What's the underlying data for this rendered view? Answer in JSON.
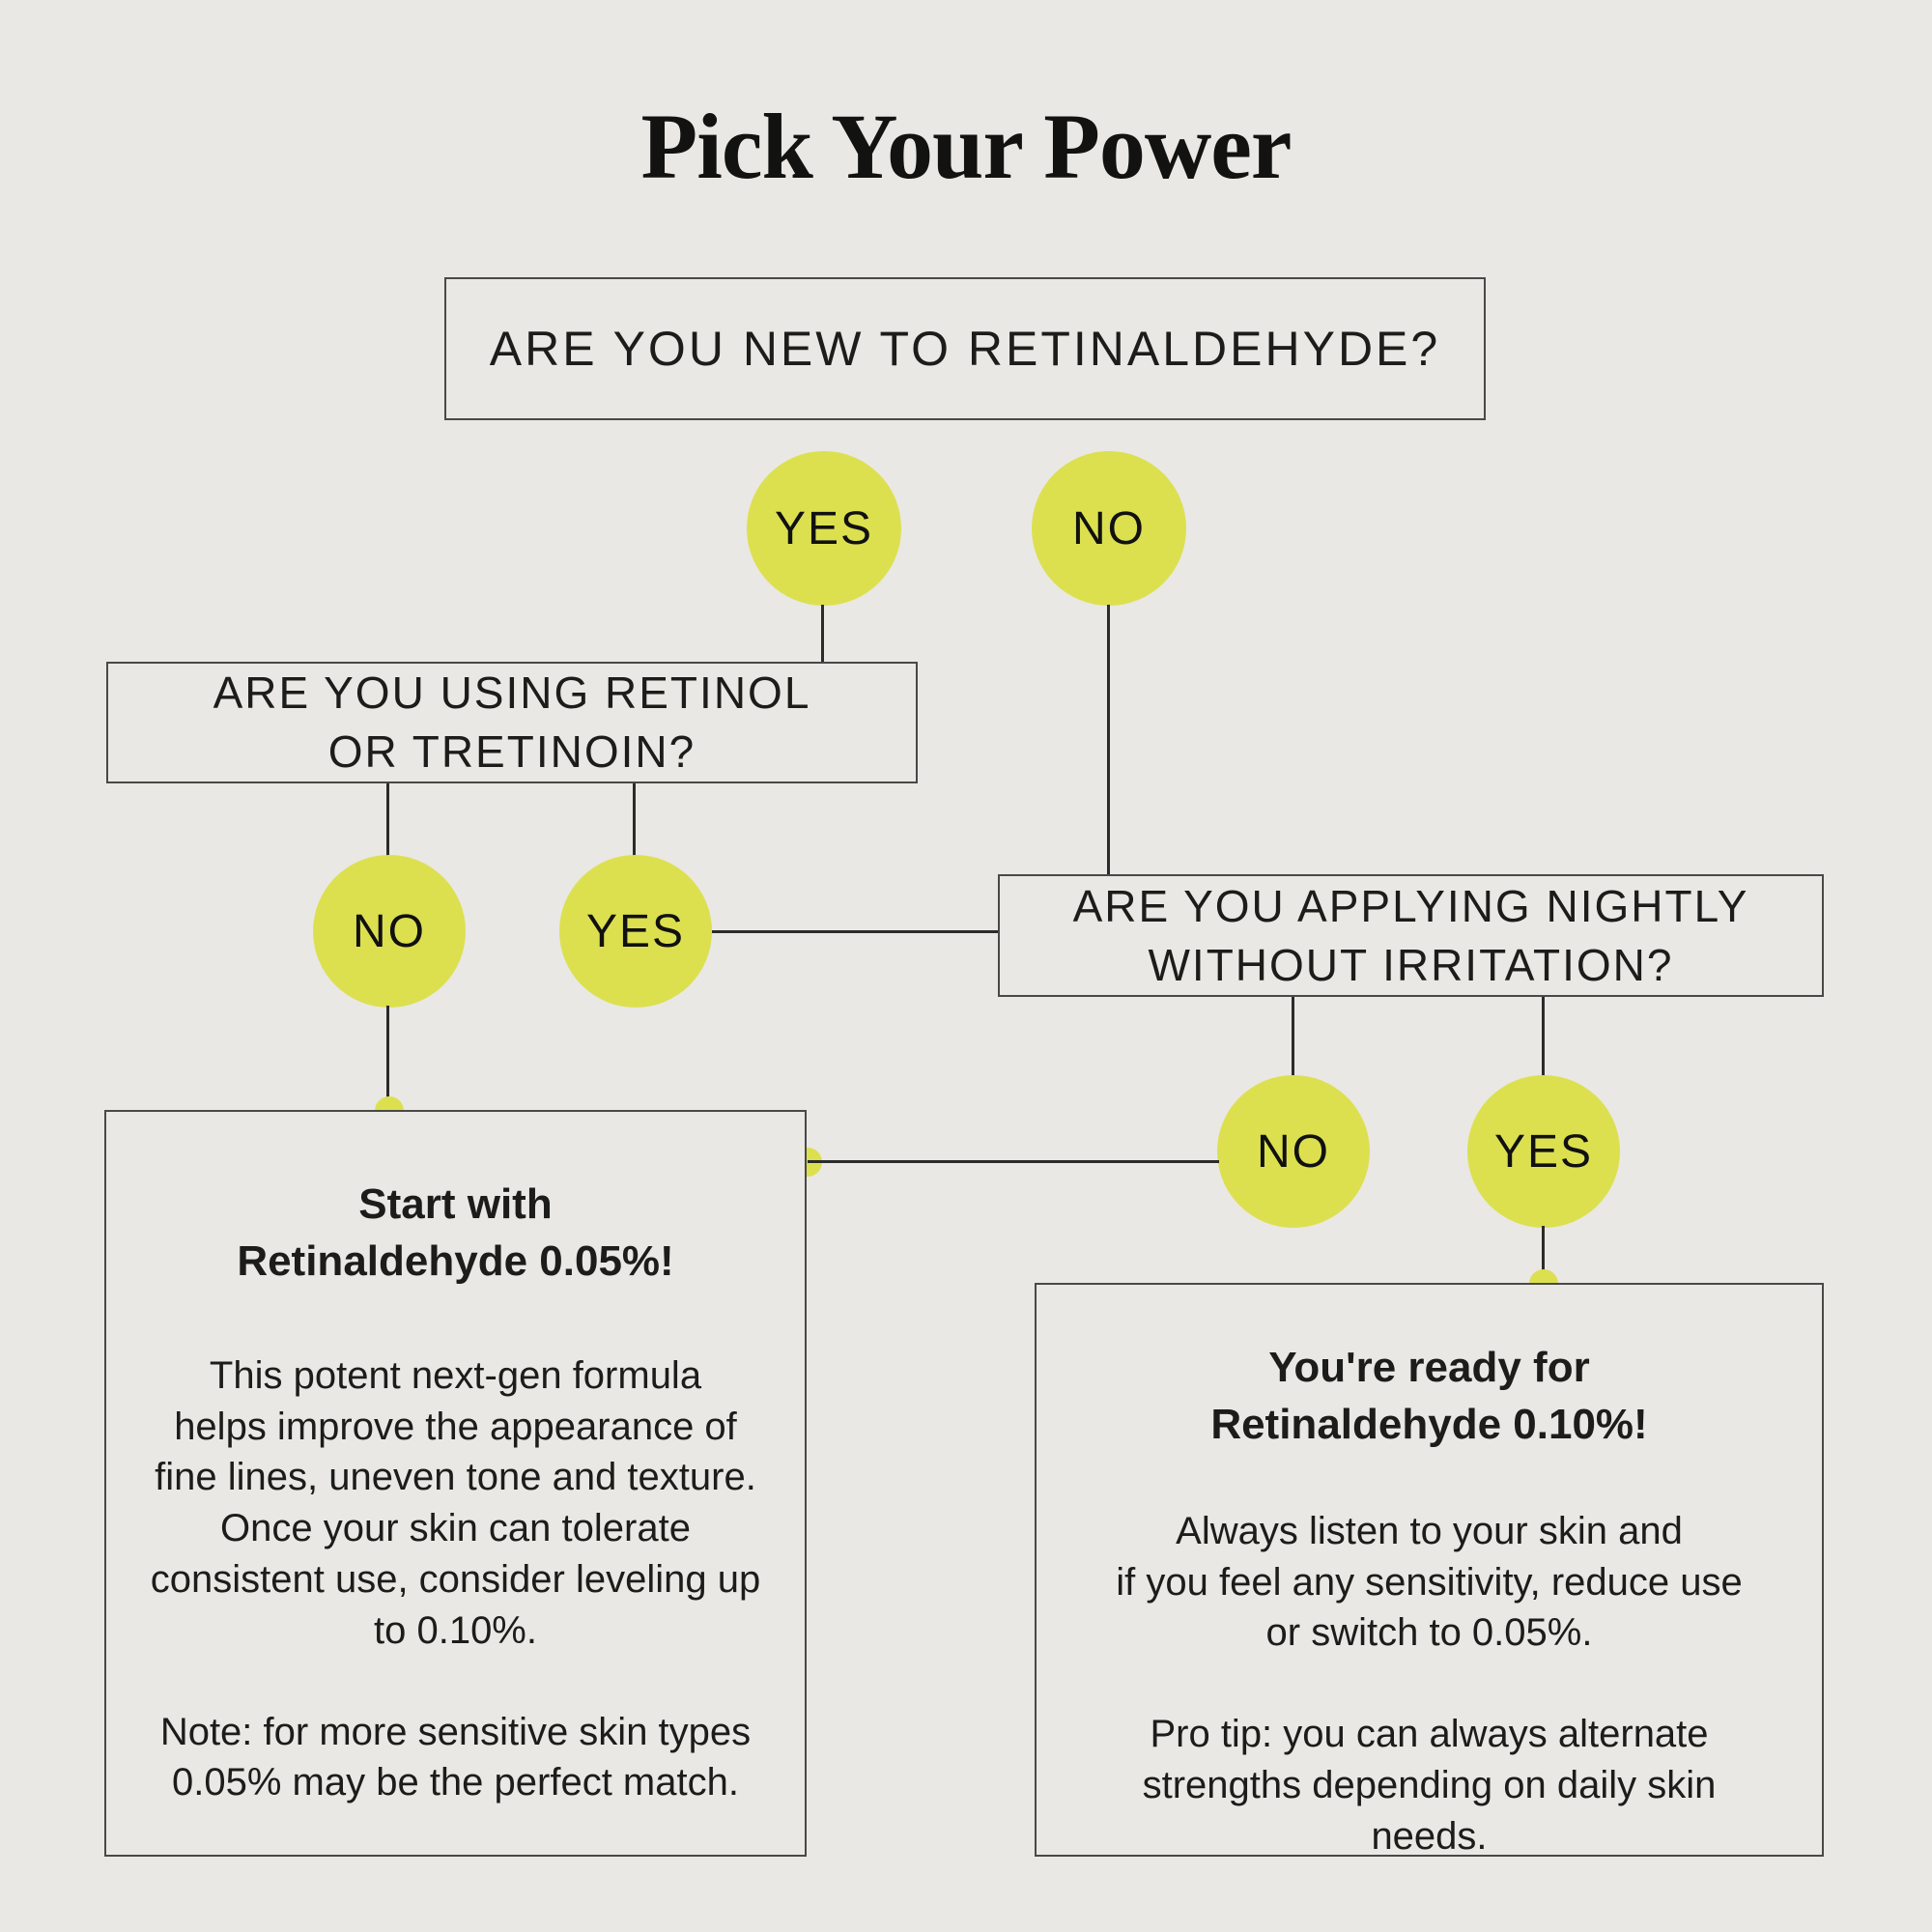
{
  "title": "Pick Your Power",
  "colors": {
    "background": "#e9e8e4",
    "border": "#494947",
    "line": "#2b2b29",
    "circle_fill": "#dce04f",
    "dot_fill": "#dce04f",
    "text": "#1c1c1a"
  },
  "questions": {
    "q1": {
      "text": "ARE YOU NEW TO RETINALDEHYDE?",
      "yes_label": "YES",
      "no_label": "NO"
    },
    "q2": {
      "text": "ARE YOU USING RETINOL\nOR TRETINOIN?",
      "no_label": "NO",
      "yes_label": "YES"
    },
    "q3": {
      "text": "ARE YOU APPLYING NIGHTLY\nWITHOUT IRRITATION?",
      "no_label": "NO",
      "yes_label": "YES"
    }
  },
  "results": {
    "low": {
      "heading": "Start with\nRetinaldehyde 0.05%!",
      "body": "This potent next-gen formula\nhelps improve the appearance of\nfine lines, uneven tone and texture.\nOnce your skin can tolerate\nconsistent use, consider leveling up\nto 0.10%.",
      "note": "Note: for more sensitive skin types\n0.05% may be the perfect match."
    },
    "high": {
      "heading": "You're ready for\nRetinaldehyde 0.10%!",
      "body": "Always listen to your skin and\nif you feel any sensitivity, reduce use\nor switch to 0.05%.",
      "note": "Pro tip: you can always alternate\nstrengths depending on daily skin\nneeds."
    }
  }
}
